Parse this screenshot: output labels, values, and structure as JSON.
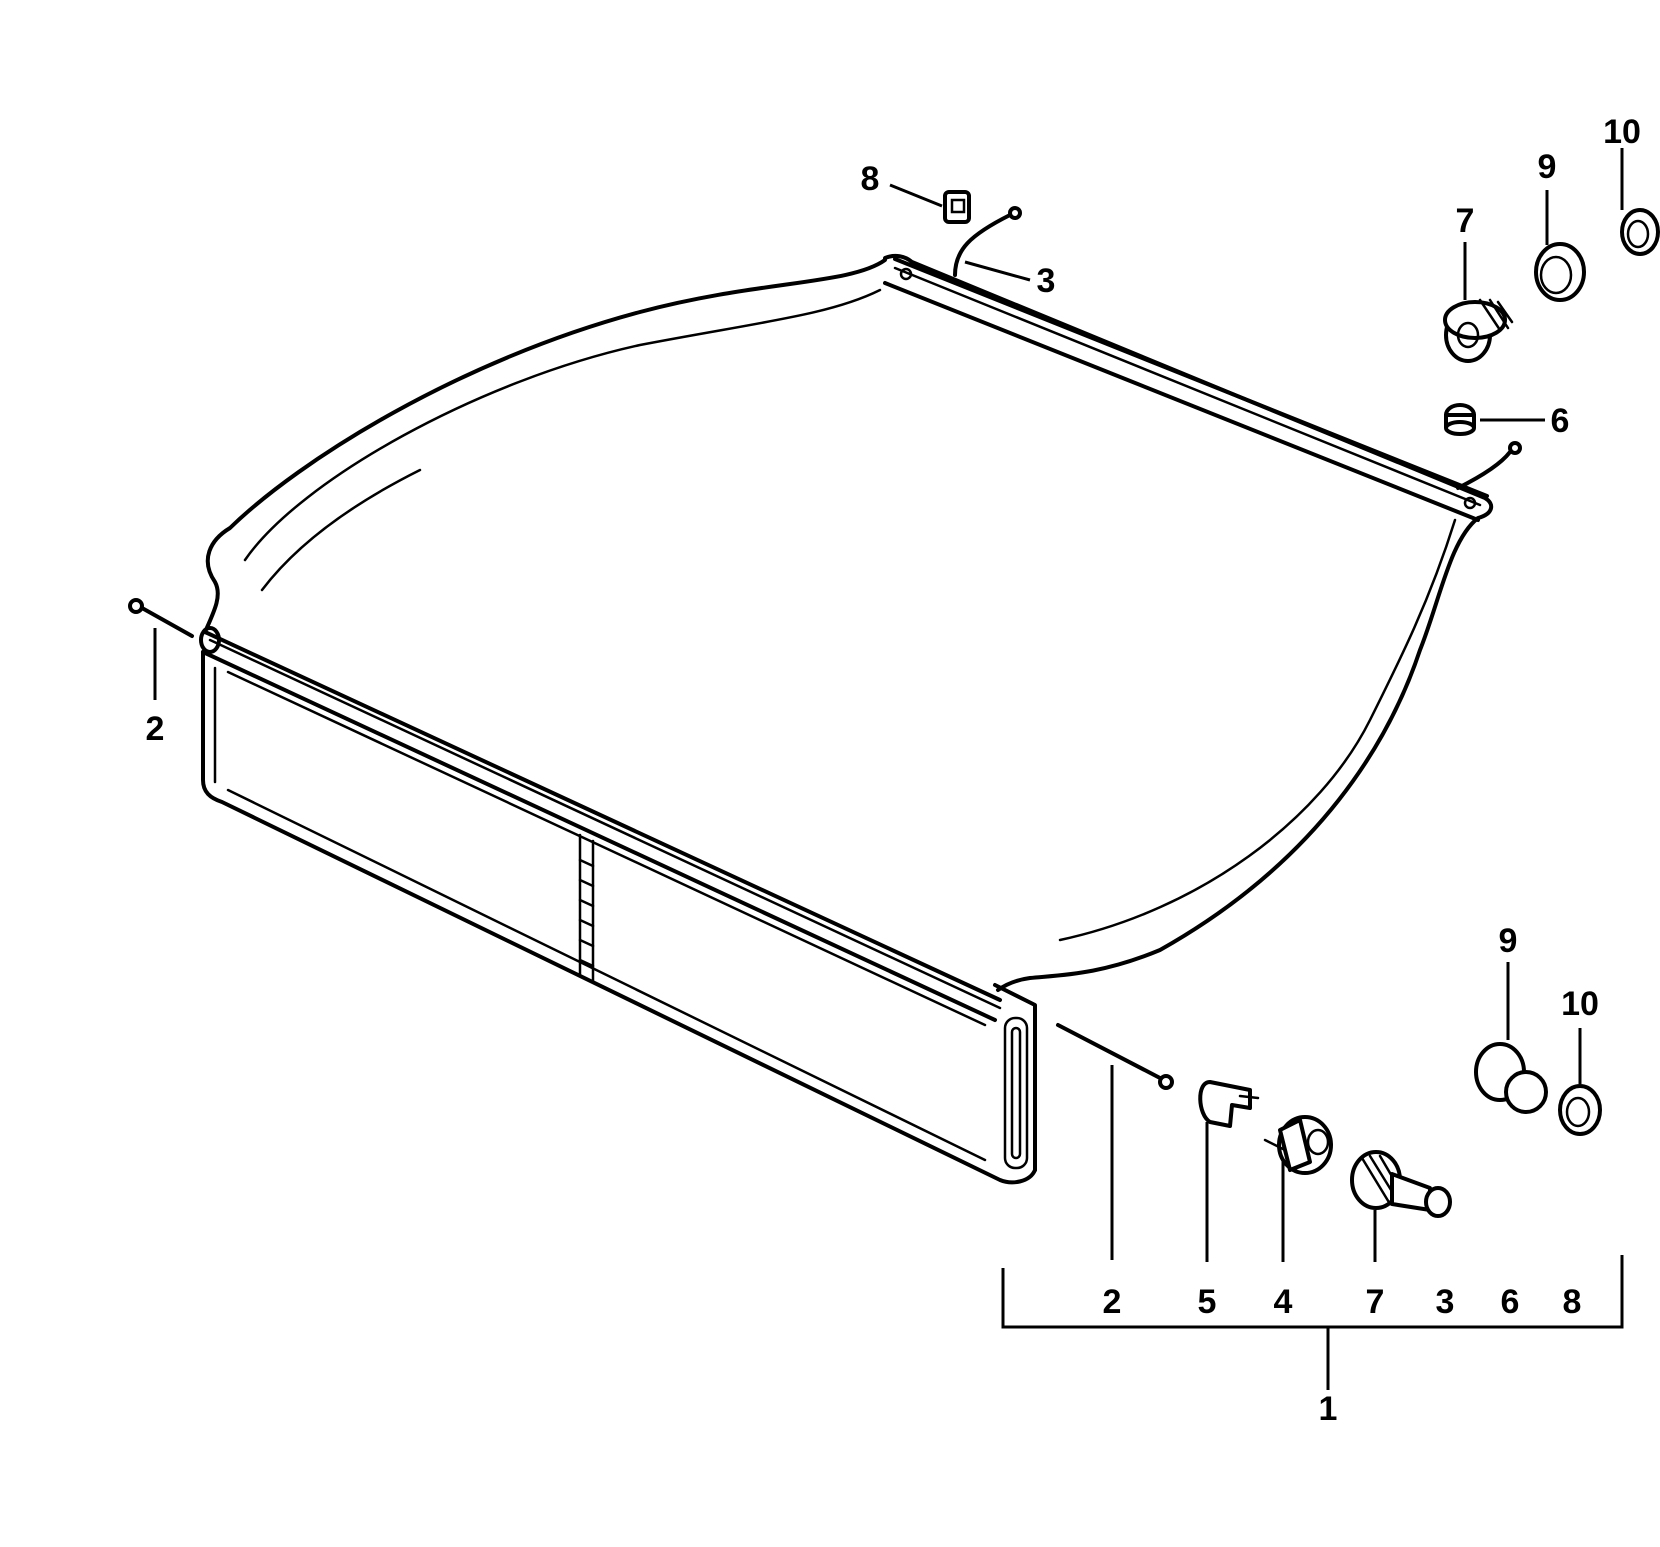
{
  "callouts": {
    "rod_left": "2",
    "rod_right": "2",
    "cable": "3",
    "clip": "8",
    "knob_top": "7",
    "sleeve_top": "9",
    "ring_top": "10",
    "cap": "6",
    "sleeve_bottom": "9",
    "ring_bottom": "10",
    "bushing": "5",
    "bearing": "4",
    "knob_bottom": "7"
  },
  "kit_bracket": {
    "members": [
      "2",
      "5",
      "4",
      "7",
      "3",
      "6",
      "8"
    ],
    "assembly": "1"
  }
}
